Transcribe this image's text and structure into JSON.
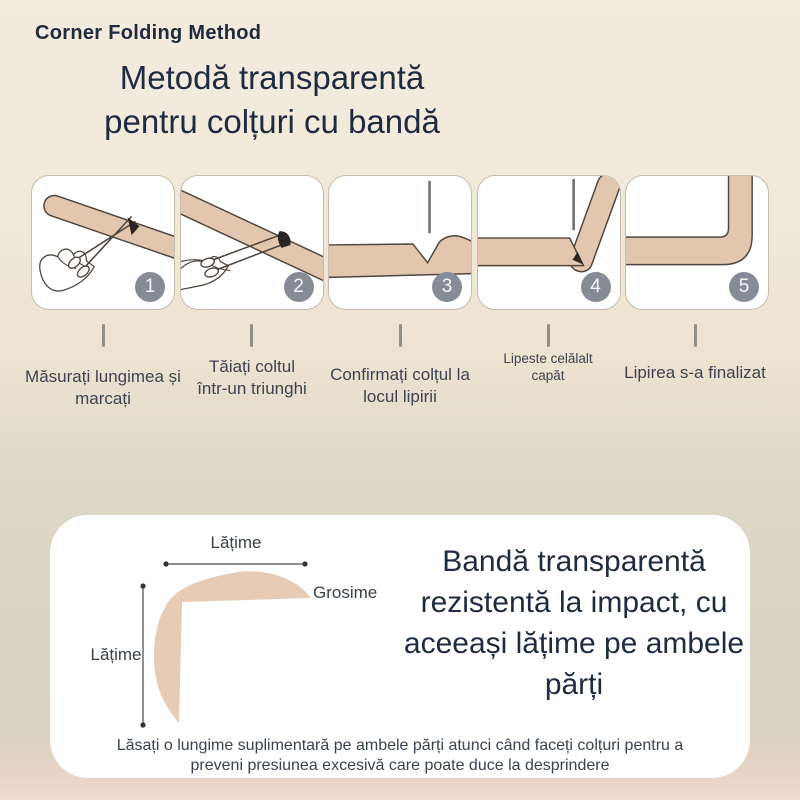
{
  "colors": {
    "background_top": "#f3ecdf",
    "background_bottom": "#dbd2c2",
    "tape_tan": "#e2c6ae",
    "line_outline": "#4f463f",
    "badge_gray": "#858c98",
    "ink_navy": "#1e2b40",
    "caption_gray": "#3d4350"
  },
  "header": {
    "eyebrow": "Corner Folding Method",
    "title": "Metodă transparentă pentru colțuri cu bandă"
  },
  "steps": [
    {
      "number": "1",
      "caption": "Măsurați lungimea și marcați",
      "icon": "scissors-cutting-strip"
    },
    {
      "number": "2",
      "caption": "Tăiați coltul într-un triunghi",
      "icon": "scissors-cutting-triangle-notch"
    },
    {
      "number": "3",
      "caption": "Confirmați colțul la locul lipirii",
      "icon": "strip-notch-alignment"
    },
    {
      "number": "4",
      "caption": "Lipeste celălalt capăt",
      "icon": "strip-folding-up"
    },
    {
      "number": "5",
      "caption": "Lipirea s-a finalizat",
      "icon": "finished-corner-guard"
    }
  ],
  "info_card": {
    "diagram": {
      "label_width_top": "Lățime",
      "label_width_left": "Lățime",
      "label_thickness": "Grosime"
    },
    "headline": "Bandă transparentă rezistentă la impact, cu aceeași lățime pe ambele părți",
    "note": "Lăsați o lungime suplimentară pe ambele părți atunci când faceți colțuri pentru a preveni presiunea excesivă care poate duce la desprindere"
  }
}
